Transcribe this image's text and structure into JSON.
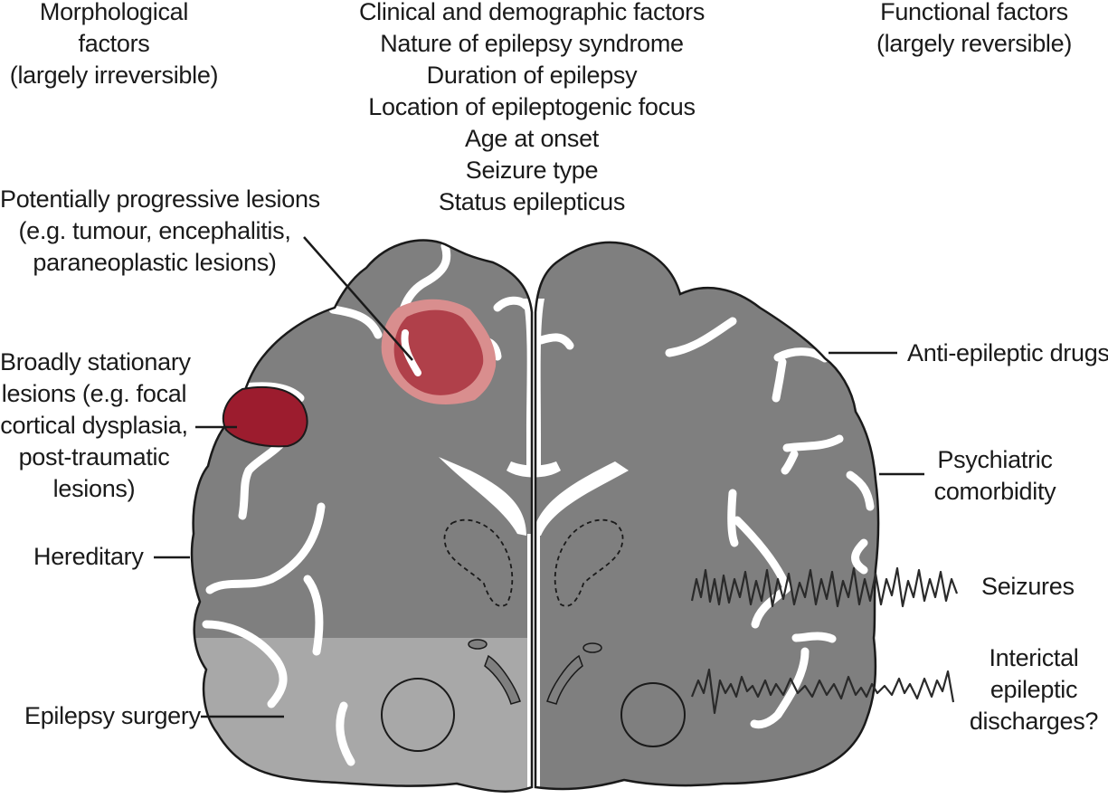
{
  "headers": {
    "morphological": [
      "Morphological",
      "factors",
      "(largely irreversible)"
    ],
    "clinical_title": "Clinical and demographic factors",
    "clinical_items": [
      "Nature of epilepsy syndrome",
      "Duration of epilepsy",
      "Location of epileptogenic focus",
      "Age at onset",
      "Seizure type",
      "Status epilepticus"
    ],
    "functional": [
      "Functional factors",
      "(largely reversible)"
    ]
  },
  "left_labels": {
    "progressive": [
      "Potentially progressive lesions",
      "(e.g. tumour, encephalitis,",
      "paraneoplastic lesions)"
    ],
    "stationary": [
      "Broadly stationary",
      "lesions (e.g. focal",
      "cortical dysplasia,",
      "post-traumatic",
      "lesions)"
    ],
    "hereditary": "Hereditary",
    "surgery": "Epilepsy surgery"
  },
  "right_labels": {
    "drugs": "Anti-epileptic drugs",
    "psychiatric": [
      "Psychiatric",
      "comorbidity"
    ],
    "seizures": "Seizures",
    "interictal": [
      "Interictal",
      "epileptic",
      "discharges?"
    ]
  },
  "colors": {
    "brain_fill": "#7f7f7f",
    "brain_lower_fill": "#a8a8a8",
    "outline": "#1a1a1a",
    "sulci": "#ffffff",
    "progressive_lesion_core": "#b0404a",
    "progressive_lesion_halo": "#d98e8e",
    "stationary_lesion": "#9c1c2e"
  }
}
